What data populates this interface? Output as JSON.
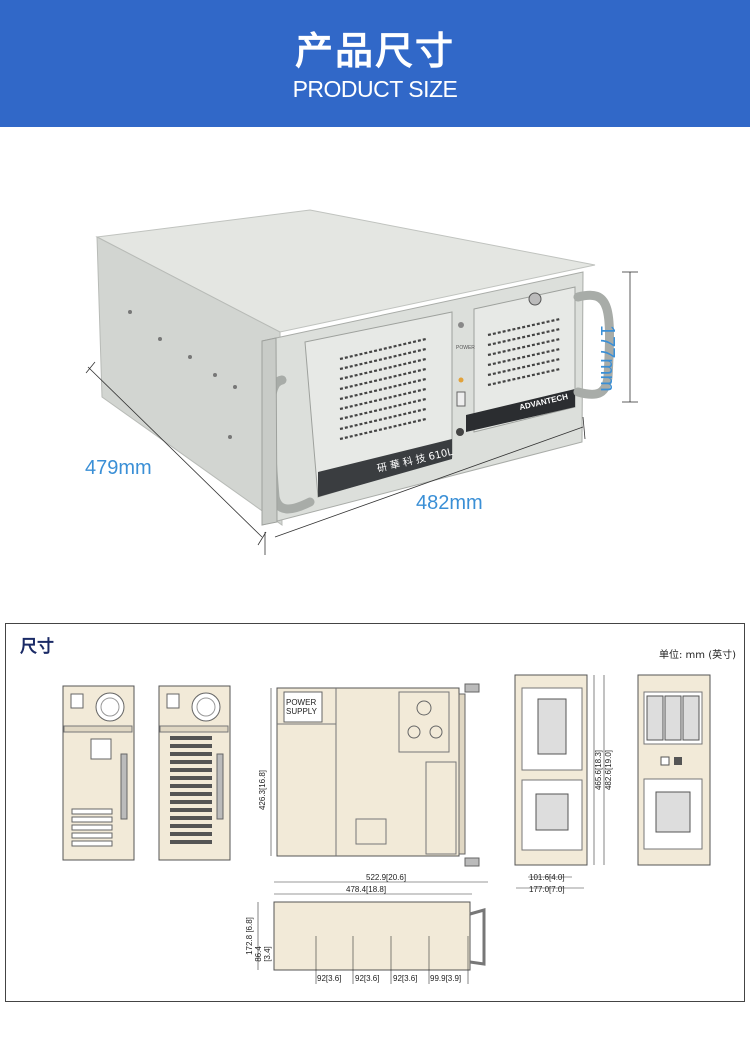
{
  "header": {
    "title_cn": "产品尺寸",
    "title_en": "PRODUCT SIZE"
  },
  "photo": {
    "dim_depth": "479mm",
    "dim_width": "482mm",
    "dim_height": "177mm",
    "brand": "ADVANTECH",
    "model_label": "研 華 科 技 610L",
    "power_label": "POWER"
  },
  "spec": {
    "title": "尺寸",
    "unit": "单位: mm (英寸)",
    "psu_label_1": "POWER",
    "psu_label_2": "SUPPLY",
    "dim_top_depth": "426.3[16.8]",
    "dim_overall": "522.9[20.6]",
    "dim_width": "478.4[18.8]",
    "dim_height": "172.8 [6.8]",
    "dim_sub_height_1": "86.4",
    "dim_sub_height_2": "[3.4]",
    "slot_1": "92[3.6]",
    "slot_2": "92[3.6]",
    "slot_3": "92[3.6]",
    "slot_4": "99.9[3.9]",
    "dim_front_1": "465.6[18.3]",
    "dim_front_2": "482.6[19.0]",
    "dim_small_1": "101.6[4.0]",
    "dim_small_2": "177.0[7.0]"
  },
  "colors": {
    "header_bg": "#3168c8",
    "dim_text": "#3a8fd6",
    "chassis": "#dde0dc",
    "drawing_fill": "#f2ead8"
  }
}
